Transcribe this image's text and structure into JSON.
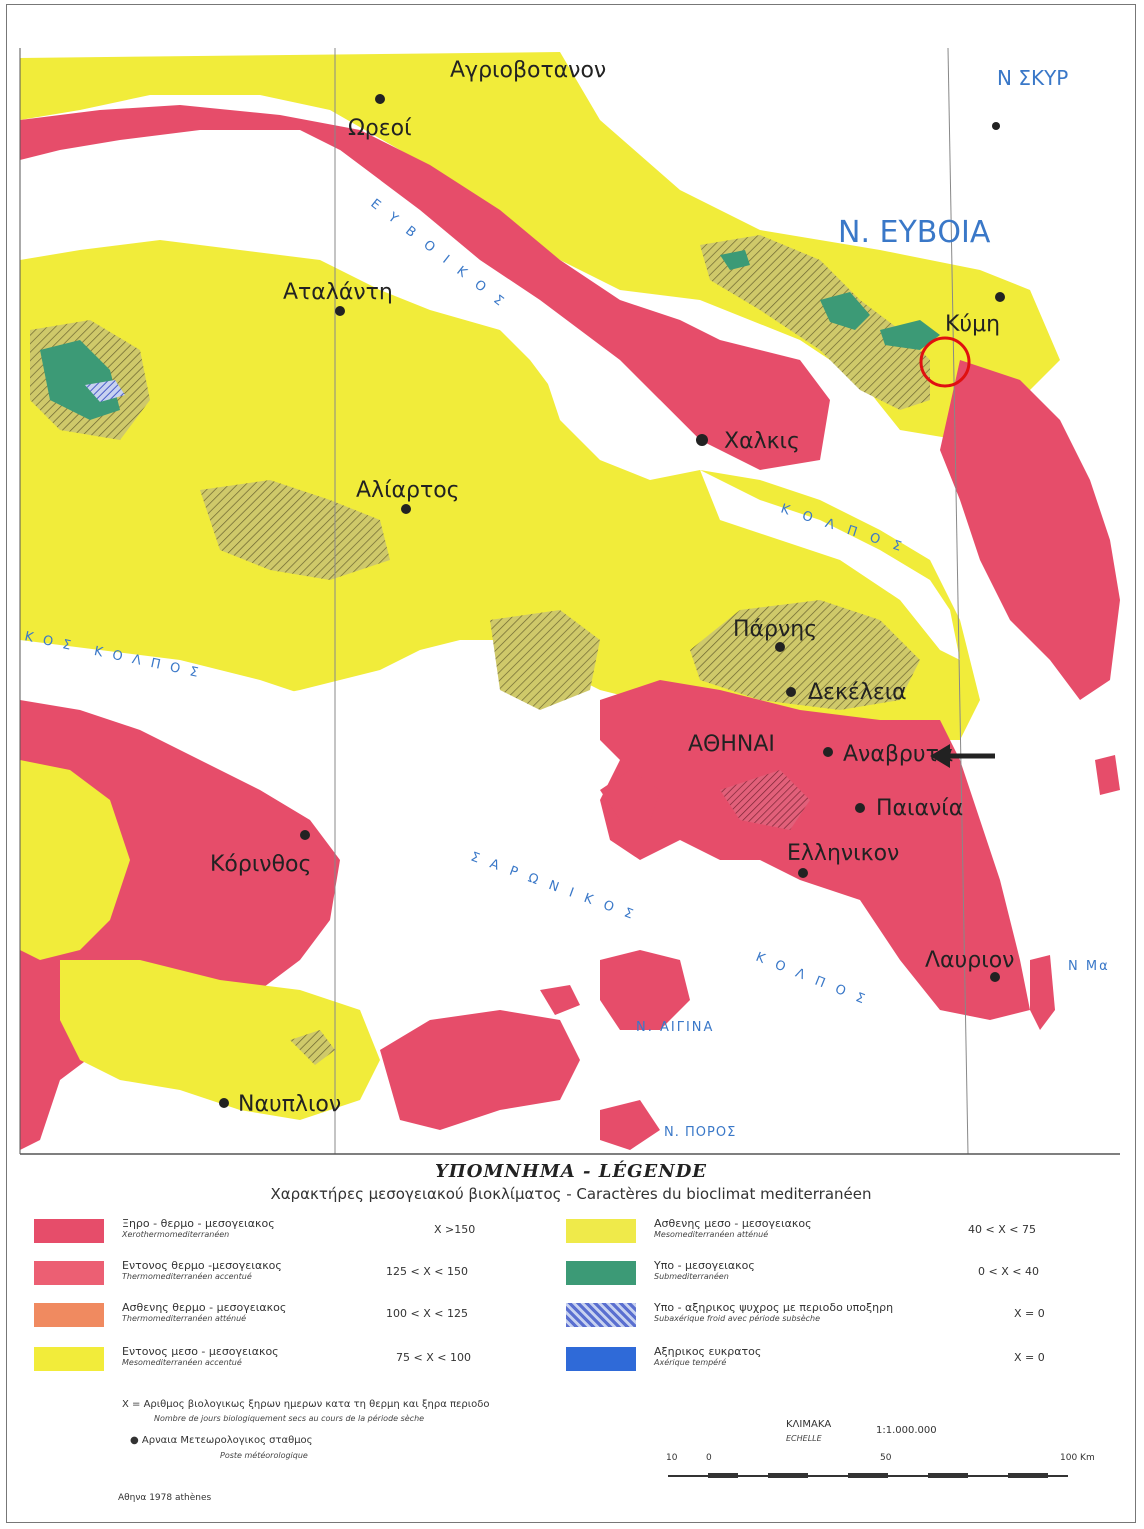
{
  "map": {
    "places": [
      {
        "id": "agriovotanon",
        "name": "Αγριοβοτανον"
      },
      {
        "id": "oreoi",
        "name": "Ωρεοί"
      },
      {
        "id": "atalanti",
        "name": "Αταλάντη"
      },
      {
        "id": "aliartos",
        "name": "Αλίαρτος"
      },
      {
        "id": "chalkis",
        "name": "Χαλκις"
      },
      {
        "id": "kymi",
        "name": "Κύμη"
      },
      {
        "id": "parnis",
        "name": "Πάρνης"
      },
      {
        "id": "dekeleia",
        "name": "Δεκέλεια"
      },
      {
        "id": "athinai",
        "name": "ΑΘΗΝΑΙ"
      },
      {
        "id": "anavryta",
        "name": "Αναβρυτα"
      },
      {
        "id": "paiania",
        "name": "Παιανία"
      },
      {
        "id": "ellinikon",
        "name": "Ελληνικον"
      },
      {
        "id": "korinthos",
        "name": "Κόρινθος"
      },
      {
        "id": "lavrion",
        "name": "Λαυριον"
      },
      {
        "id": "nafplion",
        "name": "Ναυπλιον"
      }
    ],
    "seas": {
      "n_skyros": "Ν ΣΚΥΡ",
      "n_evvoia": "Ν. ΕΥΒΟΙΑ",
      "evvoikos": "ΕΥΒΟΙΚΟΣ",
      "kolpos_right": "ΚΟΛΠΟΣ",
      "kolpos_left": "ΚΟΣ ΚΟΛΠΟΣ",
      "saronikos": "ΣΑΡΩΝΙΚΟΣ",
      "kolpos_sar": "ΚΟΛΠΟΣ",
      "n_aigina": "Ν. ΑΙΓΙΝΑ",
      "n_poros": "Ν. ΠΟΡΟΣ",
      "n_ma": "Ν Μα"
    },
    "highlight": "red-circle near Κύμη",
    "arrow": "arrow pointing to Αναβρυτα"
  },
  "legend": {
    "title": "ΥΠΟΜΝΗΜΑ - LÉGENDE",
    "subtitle": "Χαρακτήρες μεσογειακού βιοκλίματος - Caractères du bioclimat mediterranéen",
    "items": [
      {
        "gr": "Ξηρο - θερμο - μεσογειακος",
        "fr": "Xerothermomediterranéen",
        "range": "X >150",
        "color": "#e64d6a"
      },
      {
        "gr": "Εντονος θερμο -μεσογειακος",
        "fr": "Thermomediterranéen accentué",
        "range": "125 < X < 150",
        "color": "#ec5f73"
      },
      {
        "gr": "Ασθενης θερμο - μεσογειακος",
        "fr": "Thermomediterranéen atténué",
        "range": "100 < X < 125",
        "color": "#f08a60"
      },
      {
        "gr": "Εντονος μεσο - μεσογειακος",
        "fr": "Mesomediterranéen accentué",
        "range": "75 < X < 100",
        "color": "#f2ec3a"
      },
      {
        "gr": "Ασθενης μεσο - μεσογειακος",
        "fr": "Mesomediterranéen atténué",
        "range": "40 < X < 75",
        "color": "#efea4a"
      },
      {
        "gr": "Υπο - μεσογειακος",
        "fr": "Submediterranéen",
        "range": "0 < X < 40",
        "color": "#3c9a76"
      },
      {
        "gr": "Υπο - αξηρικος ψυχρος με περιοδο υποξηρη",
        "fr": "Subaxérique froid avec période subsèche",
        "range": "X = 0",
        "color": "#5a6fd0"
      },
      {
        "gr": "Αξηρικος ευκρατος",
        "fr": "Axérique tempéré",
        "range": "X = 0",
        "color": "#2f6ad8"
      }
    ],
    "x_note_gr": "Χ = Αριθμος βιολογικως ξηρων ημερων κατα τη θερμη και ξηρα περιοδο",
    "x_note_fr": "Nombre de jours biologiquement secs au cours de la période sèche",
    "station_gr": "● Αρναια  Μετεωρολογικος σταθμος",
    "station_fr": "Poste météorologique",
    "scale_label_gr": "ΚΛΙΜΑΚΑ",
    "scale_label_fr": "ECHELLE",
    "scale_value": "1:1.000.000",
    "scale_ticks": [
      "10",
      "0",
      "50",
      "100 Km"
    ],
    "footer": "Αθηνα  1978  athènes"
  }
}
